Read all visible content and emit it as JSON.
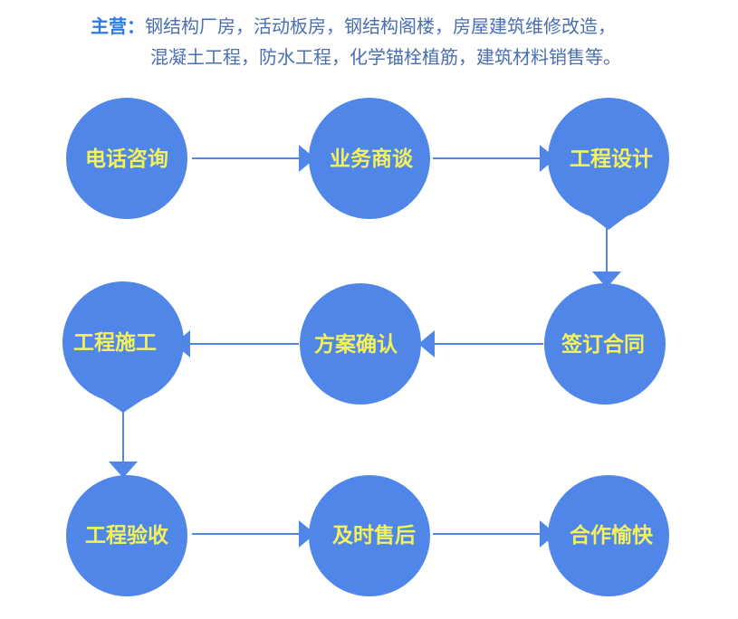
{
  "header": {
    "label": "主营：",
    "line1": "钢结构厂房，活动板房，钢结构阁楼，房屋建筑维修改造，",
    "line2": "混凝土工程，防水工程，化学锚栓植筋，建筑材料销售等。"
  },
  "colors": {
    "circle": "#4f86e8",
    "label": "#f4f15a",
    "arrow": "#4f86e8"
  },
  "steps": [
    {
      "label": "电话咨询"
    },
    {
      "label": "业务商谈"
    },
    {
      "label": "工程设计"
    },
    {
      "label": "签订合同"
    },
    {
      "label": "方案确认"
    },
    {
      "label": "工程施工"
    },
    {
      "label": "工程验收"
    },
    {
      "label": "及时售后"
    },
    {
      "label": "合作愉快"
    }
  ]
}
